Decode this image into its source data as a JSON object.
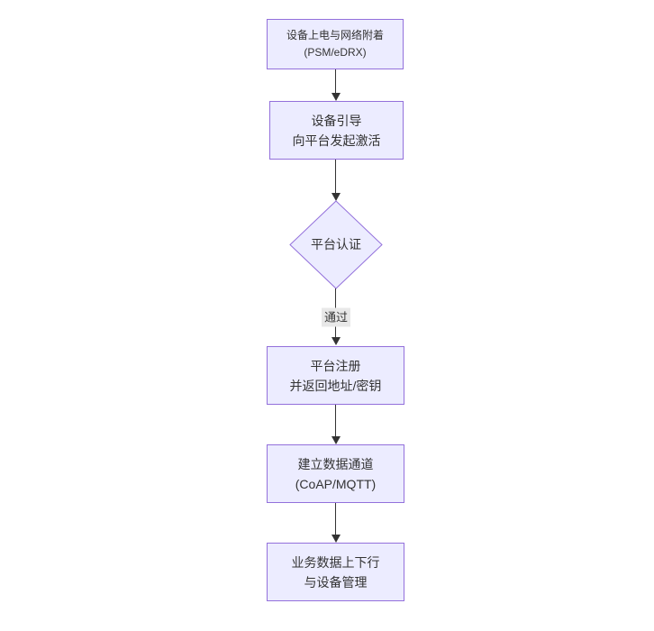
{
  "diagram_type": "flowchart-top-down",
  "nodes": {
    "power": {
      "shape": "rect",
      "lines": [
        "设备上电与网络附着",
        "(PSM/eDRX)"
      ]
    },
    "bootstrap": {
      "shape": "rect",
      "lines": [
        "设备引导",
        "向平台发起激活"
      ]
    },
    "auth": {
      "shape": "diamond",
      "label": "平台认证"
    },
    "register": {
      "shape": "rect",
      "lines": [
        "平台注册",
        "并返回地址/密钥"
      ]
    },
    "channel": {
      "shape": "rect",
      "lines": [
        "建立数据通道",
        "(CoAP/MQTT)"
      ]
    },
    "business": {
      "shape": "rect",
      "lines": [
        "业务数据上下行",
        "与设备管理"
      ]
    }
  },
  "edges": {
    "auth_to_register_label": "通过"
  },
  "colors": {
    "node_fill": "#ECECFF",
    "node_border": "#9370DB",
    "edge": "#333333",
    "text": "#333333",
    "edge_label_bg": "#E8E8E8",
    "canvas_bg": "#FFFFFF"
  }
}
